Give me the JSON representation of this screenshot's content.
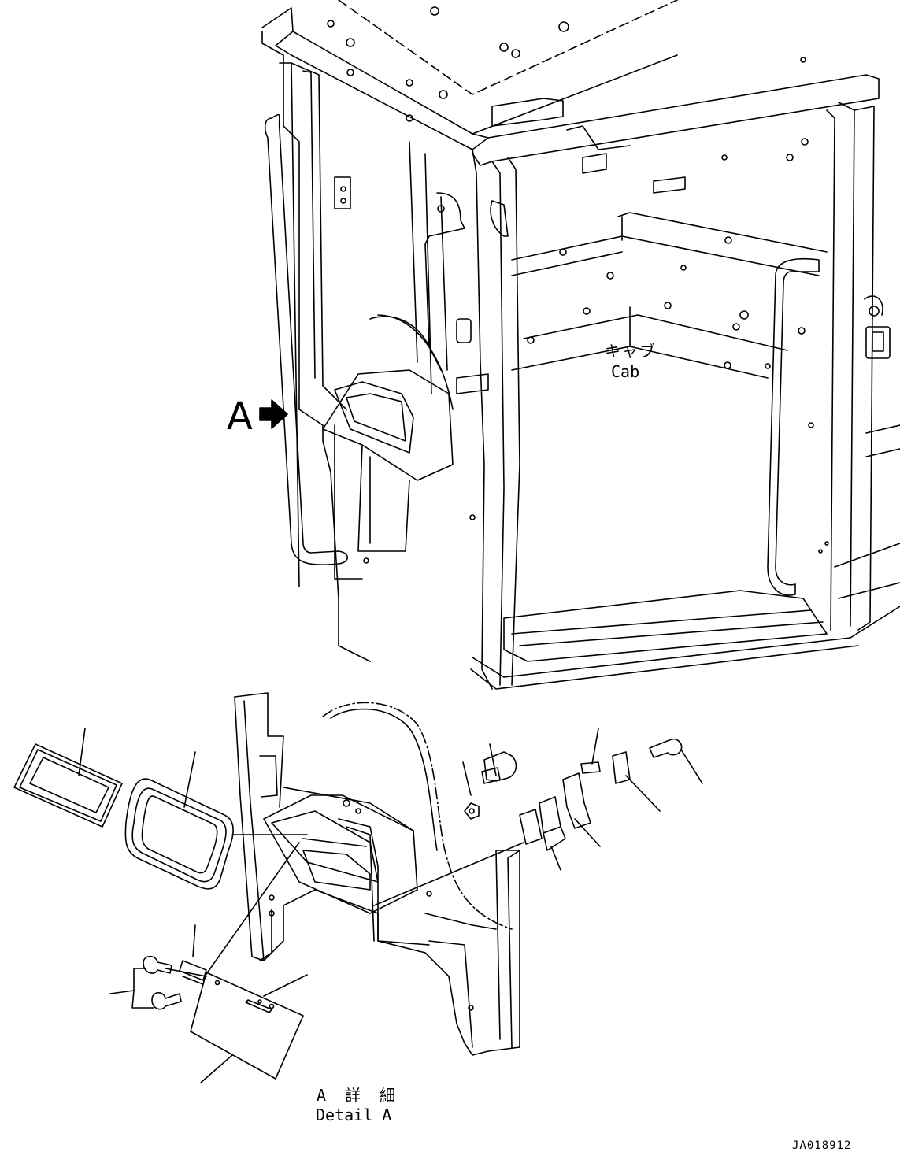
{
  "labels": {
    "view_marker": "A",
    "cab_japanese": "キャブ",
    "cab_english": "Cab",
    "detail_japanese": "A 詳 細",
    "detail_english": "Detail A",
    "drawing_number": "JA018912"
  },
  "icons": {
    "view_arrow": "right-arrow-icon"
  }
}
